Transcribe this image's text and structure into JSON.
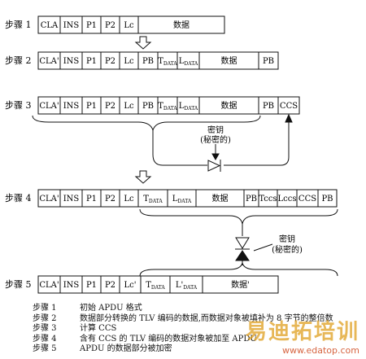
{
  "steps": [
    {
      "label": "步骤 1",
      "cells": [
        "CLA",
        "INS",
        "P1",
        "P2",
        "Lc",
        "数据"
      ]
    },
    {
      "label": "步骤 2",
      "cells": [
        "CLA'",
        "INS",
        "P1",
        "P2",
        "Lc",
        "PB",
        "T_DATA",
        "L_DATA",
        "数据",
        "PB"
      ]
    },
    {
      "label": "步骤 3",
      "cells": [
        "CLA'",
        "INS",
        "P1",
        "P2",
        "Lc",
        "PB",
        "T_DATA",
        "L_DATA",
        "数据",
        "PB",
        "CCS"
      ]
    },
    {
      "label": "步骤 4",
      "cells": [
        "CLA'",
        "INS",
        "P1",
        "P2",
        "Lc",
        "T_DATA",
        "L_DATA",
        "数据",
        "PB",
        "Tccs",
        "Lccs",
        "CCS",
        "PB"
      ]
    },
    {
      "label": "步骤 5",
      "cells": [
        "CLA'",
        "INS",
        "P1",
        "P2",
        "Lc'",
        "T_DATA",
        "L'_DATA",
        "数据'"
      ]
    }
  ],
  "key_labels": [
    {
      "line1": "密钥",
      "line2": "(秘密的)"
    },
    {
      "line1": "密钥",
      "line2": "(秘密的)"
    }
  ],
  "captions": [
    {
      "step": "步骤 1",
      "text": "初始 APDU 格式"
    },
    {
      "step": "步骤 2",
      "text": "数据部分转换的 TLV 编码的数据,而数据对象被填补为 8 字节的整倍数"
    },
    {
      "step": "步骤 3",
      "text": "计算 CCS"
    },
    {
      "step": "步骤 4",
      "text": "含有 CCS 的 TLV 编码的数据对象被加至 APDU"
    },
    {
      "step": "步骤 5",
      "text": "APDU 的数据部分被加密"
    }
  ],
  "watermark": {
    "cn": "易迪拓培训",
    "url": "www.edatop.com"
  }
}
